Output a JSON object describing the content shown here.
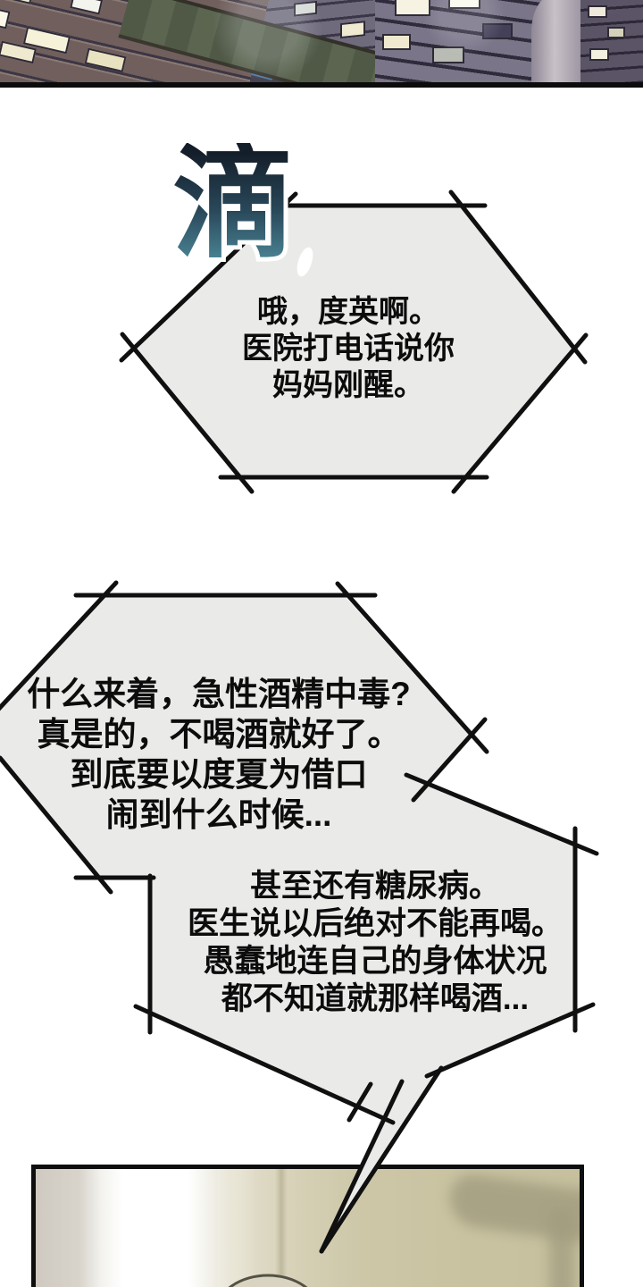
{
  "sfx": {
    "text": "滴"
  },
  "bubbles": [
    {
      "type": "phone-call-bubble",
      "lines": [
        "哦，度英啊。",
        "医院打电话说你",
        "妈妈刚醒。"
      ]
    },
    {
      "type": "phone-call-bubble",
      "lines": [
        "什么来着，急性酒精中毒?",
        "真是的，不喝酒就好了。",
        "到底要以度夏为借口",
        "闹到什么时候..."
      ]
    },
    {
      "type": "phone-call-bubble",
      "lines": [
        "甚至还有糖尿病。",
        "医生说以后绝对不能再喝。",
        "愚蠢地连自己的身体状况",
        "都不知道就那样喝酒..."
      ]
    }
  ],
  "colors": {
    "bubble_fill": "#eaeae8",
    "bubble_line": "#101010",
    "sfx_gradient_top": "#141e2a",
    "sfx_gradient_bottom": "#4a8494",
    "city_facade": "#7b7589",
    "city_window_lit": "#f4f1de",
    "walkway_green": "#5b6550",
    "bathroom_wall": "#c9c3a2"
  }
}
